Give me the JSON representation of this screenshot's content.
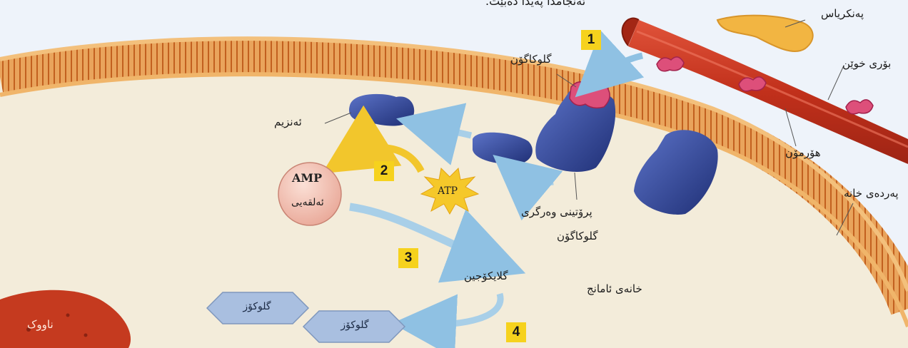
{
  "caption_top": "ئەنجامدا پەیدا دەبێت.",
  "steps": [
    "1",
    "2",
    "3",
    "4"
  ],
  "labels": {
    "pancreas": "پەنکریاس",
    "blood_vessel": "بۆری خوێن",
    "glucagon": "گلوکاگۆن",
    "hormone": "هۆرمۆن",
    "enzyme": "ئەنزیم",
    "receptor_line1": "پرۆتینی وەرگری",
    "receptor_line2": "گلوکاگۆن",
    "cell_membrane": "پەردەی خانە",
    "glycogen": "گلایکۆجین",
    "target_cell": "خانەی ئامانج",
    "nucleus": "ناووک",
    "glucose_1": "گلوکۆز",
    "glucose_2": "گلوکۆز",
    "amp_title": "AMP",
    "amp_sub": "ئەلقەیی",
    "atp": "ATP"
  },
  "colors": {
    "membrane": "#e59a4e",
    "vessel": "#c8361e",
    "protein": "#2c3f8c",
    "hormone": "#dd4f7a",
    "step_badge": "#f6d21d",
    "arrow": "#a8cfe8",
    "amp_fill": "#f3c1b5",
    "nucleus": "#c53a1f",
    "cytoplasm": "#f3ecda"
  }
}
